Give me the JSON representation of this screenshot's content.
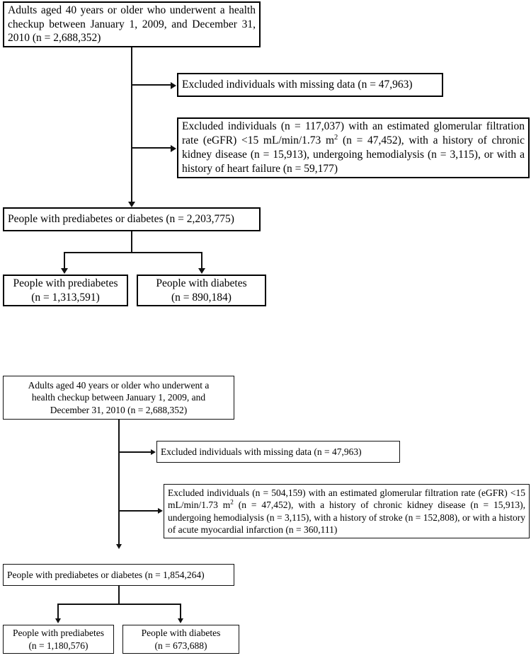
{
  "figure": {
    "type": "flow-diagram",
    "title": "Study population selection flowcharts",
    "line_color": "#111111",
    "background": "#ffffff"
  },
  "flowcharts": [
    {
      "id": "flowchart-a",
      "nodes": {
        "source_population": "Adults aged 40 years or older who underwent a health checkup between January 1, 2009, and December 31, 2010 (n = 2,688,352)",
        "excluded_missing": "Excluded individuals with missing data (n = 47,963)",
        "excluded_clinical_pre": "Excluded individuals (n = 117,037) with an estimated glomerular filtration rate (eGFR) <15 mL/min/1.73 m",
        "excluded_clinical_post": " (n = 47,452), with a history of chronic kidney disease (n = 15,913), undergoing hemodialysis (n = 3,115), or with a history of heart failure (n = 59,177)",
        "excluded_clinical_sup": "2",
        "cohort": "People with prediabetes or diabetes (n = 2,203,775)",
        "prediabetes_line1": "People with prediabetes",
        "prediabetes_line2": "(n = 1,313,591)",
        "diabetes_line1": "People with diabetes",
        "diabetes_line2": "(n = 890,184)"
      }
    },
    {
      "id": "flowchart-b",
      "nodes": {
        "source_population_line1": "Adults aged 40 years or older who underwent a",
        "source_population_line2": "health checkup between January 1, 2009, and",
        "source_population_line3": "December 31, 2010 (n = 2,688,352)",
        "excluded_missing": "Excluded individuals with missing data (n = 47,963)",
        "excluded_clinical_pre": "Excluded individuals (n = 504,159) with an estimated glomerular filtration rate (eGFR) <15 mL/min/1.73 m",
        "excluded_clinical_post": " (n = 47,452), with a history of chronic kidney disease (n = 15,913), undergoing hemodialysis (n = 3,115), with a history of stroke (n = 152,808), or with a history of acute myocardial infarction (n = 360,111)",
        "excluded_clinical_sup": "2",
        "cohort": "People with prediabetes or diabetes (n = 1,854,264)",
        "prediabetes_line1": "People with prediabetes",
        "prediabetes_line2": "(n = 1,180,576)",
        "diabetes_line1": "People with diabetes",
        "diabetes_line2": "(n = 673,688)"
      }
    }
  ],
  "counts": {
    "source_population": 2688352,
    "missing_data": 47963,
    "excluded_clinical_a": 117037,
    "excluded_clinical_b": 504159,
    "egfr_under_15": 47452,
    "chronic_kidney_disease": 15913,
    "hemodialysis": 3115,
    "heart_failure": 59177,
    "stroke": 152808,
    "acute_myocardial_infarction": 360111,
    "cohort_a": 2203775,
    "prediabetes_a": 1313591,
    "diabetes_a": 890184,
    "cohort_b": 1854264,
    "prediabetes_b": 1180576,
    "diabetes_b": 673688
  }
}
